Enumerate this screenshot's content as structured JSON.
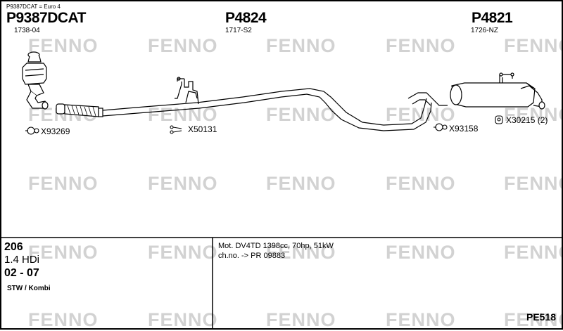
{
  "note": "P9387DCAT = Euro 4",
  "parts": [
    {
      "number": "P9387DCAT",
      "sub": "1738-04"
    },
    {
      "number": "P4824",
      "sub": "1717-S2"
    },
    {
      "number": "P4821",
      "sub": "1726-NZ"
    }
  ],
  "accessories": [
    {
      "code": "X93269"
    },
    {
      "code": "X50131"
    },
    {
      "code": "X93158"
    },
    {
      "code": "X30215 (2)"
    }
  ],
  "watermark": "FENNO",
  "vehicle": {
    "model": "206",
    "engine": "1.4 HDi",
    "years": "02 - 07",
    "body": "STW / Kombi"
  },
  "motor": {
    "line1": "Mot. DV4TD 1398cc, 70hp, 51kW",
    "line2": "ch.no. -> PR 09883"
  },
  "diagram_code": "PE518",
  "colors": {
    "border": "#000000",
    "watermark": "#d2d2d2",
    "line": "#000000"
  }
}
